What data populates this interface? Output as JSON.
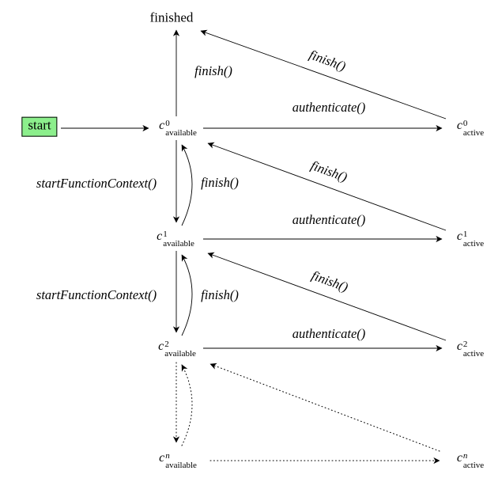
{
  "diagram_type": "state-machine",
  "colors": {
    "start_fill": "#8CEF8C",
    "line": "#000000",
    "text": "#000000"
  },
  "nodes": {
    "finished": {
      "label": "finished"
    },
    "start": {
      "label": "start"
    },
    "c0_available": {
      "base": "c",
      "sup": "0",
      "sub": "available"
    },
    "c0_active": {
      "base": "c",
      "sup": "0",
      "sub": "active"
    },
    "c1_available": {
      "base": "c",
      "sup": "1",
      "sub": "available"
    },
    "c1_active": {
      "base": "c",
      "sup": "1",
      "sub": "active"
    },
    "c2_available": {
      "base": "c",
      "sup": "2",
      "sub": "available"
    },
    "c2_active": {
      "base": "c",
      "sup": "2",
      "sub": "active"
    },
    "cn_available": {
      "base": "c",
      "sup": "n",
      "sub": "available"
    },
    "cn_active": {
      "base": "c",
      "sup": "n",
      "sub": "active"
    }
  },
  "edges": {
    "start_to_c0_available": {
      "label": "",
      "style": "solid"
    },
    "c0_available_to_finished": {
      "label": "finish()",
      "style": "solid"
    },
    "c0_active_to_finished": {
      "label": "finish()",
      "style": "solid"
    },
    "c0_available_to_c0_active": {
      "label": "authenticate()",
      "style": "solid"
    },
    "c0_available_to_c1_available": {
      "label": "startFunctionContext()",
      "style": "solid"
    },
    "c1_available_to_c0_available": {
      "label": "finish()",
      "style": "solid"
    },
    "c1_active_to_c0_available": {
      "label": "finish()",
      "style": "solid"
    },
    "c1_available_to_c1_active": {
      "label": "authenticate()",
      "style": "solid"
    },
    "c1_available_to_c2_available": {
      "label": "startFunctionContext()",
      "style": "solid"
    },
    "c2_available_to_c1_available": {
      "label": "finish()",
      "style": "solid"
    },
    "c2_active_to_c1_available": {
      "label": "finish()",
      "style": "solid"
    },
    "c2_available_to_c2_active": {
      "label": "authenticate()",
      "style": "solid"
    },
    "c2_available_to_cn_available": {
      "label": "",
      "style": "dotted"
    },
    "cn_available_to_c2_available": {
      "label": "",
      "style": "dotted"
    },
    "cn_active_to_c2_available": {
      "label": "",
      "style": "dotted"
    },
    "cn_available_to_cn_active": {
      "label": "",
      "style": "dotted"
    }
  }
}
